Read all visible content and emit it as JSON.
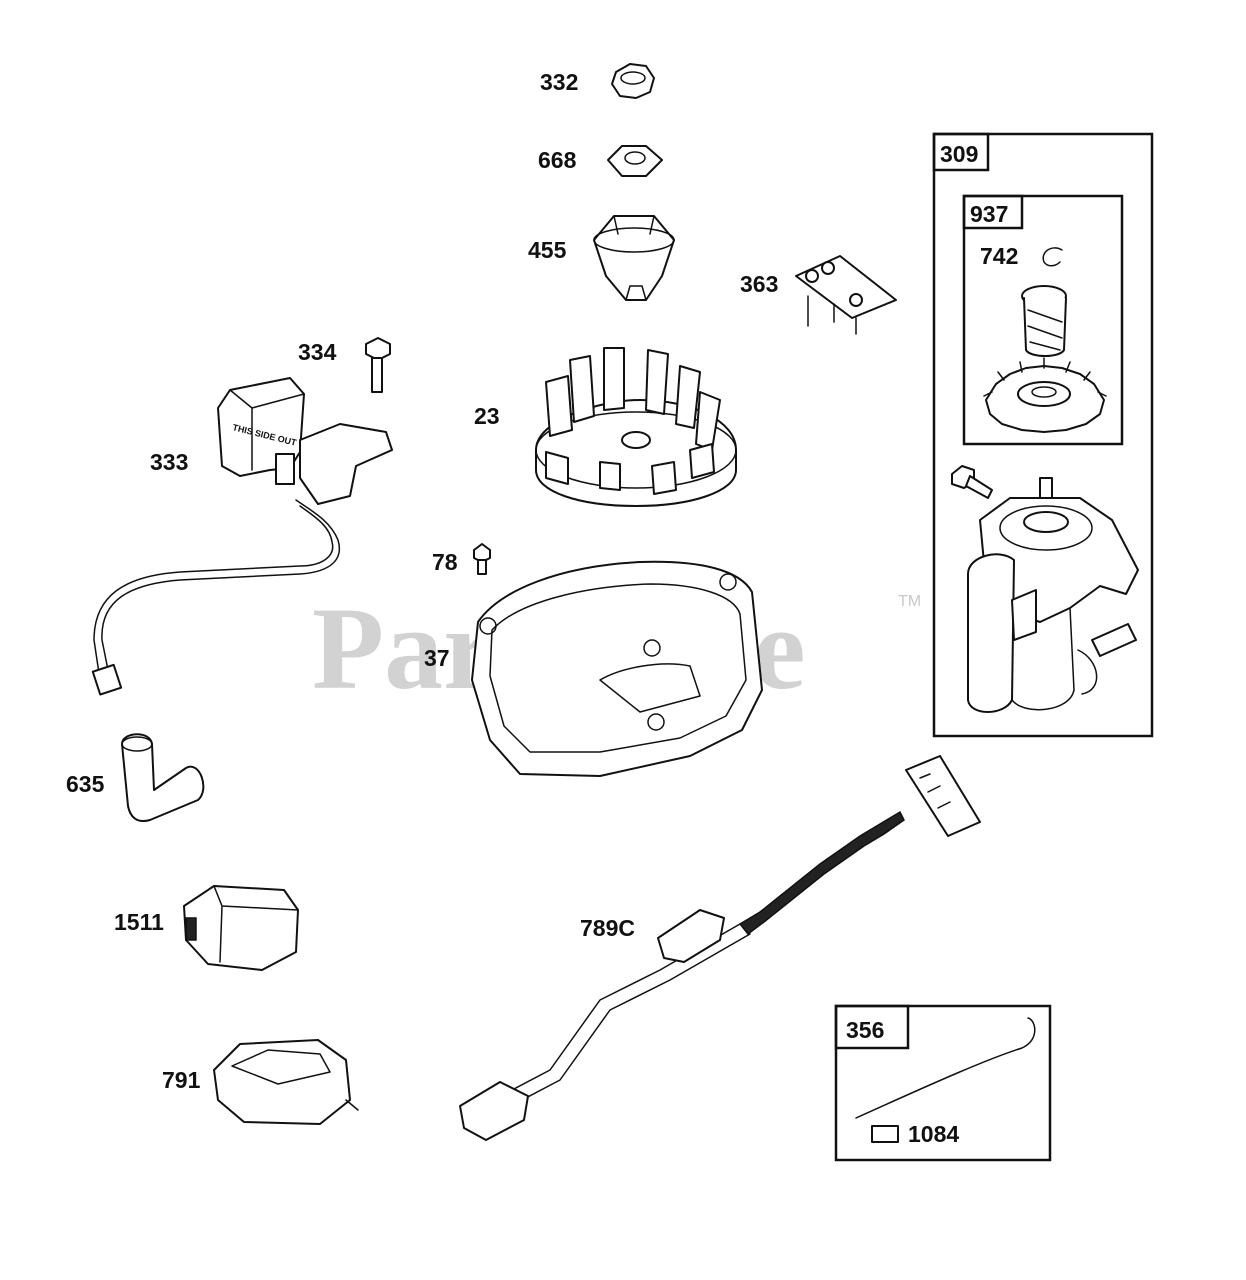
{
  "watermark": {
    "text": "PartsTree",
    "trademark": "TM"
  },
  "parts": [
    {
      "id": "332"
    },
    {
      "id": "668"
    },
    {
      "id": "455"
    },
    {
      "id": "363"
    },
    {
      "id": "334"
    },
    {
      "id": "23"
    },
    {
      "id": "333"
    },
    {
      "id": "78"
    },
    {
      "id": "37"
    },
    {
      "id": "635"
    },
    {
      "id": "1511"
    },
    {
      "id": "789C"
    },
    {
      "id": "791"
    },
    {
      "id": "356"
    },
    {
      "id": "1084"
    },
    {
      "id": "309"
    },
    {
      "id": "937"
    },
    {
      "id": "742"
    }
  ],
  "coil_text": "THIS SIDE OUT"
}
